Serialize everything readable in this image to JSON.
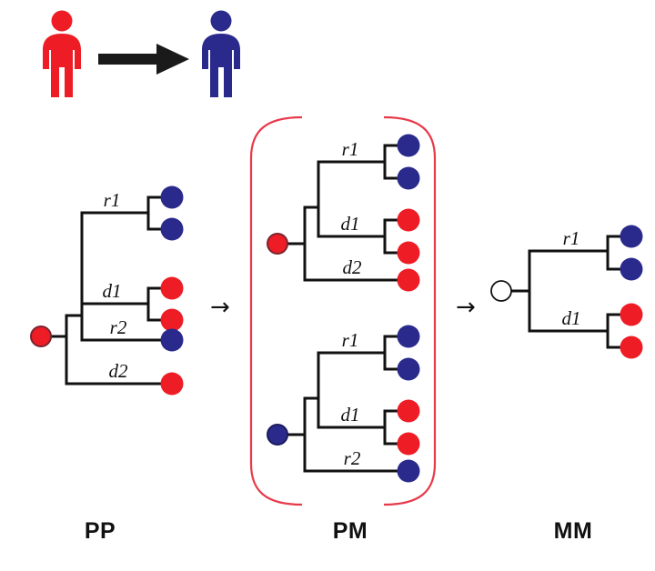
{
  "figure": {
    "transition": {
      "source_icon": "person-icon-red",
      "target_icon": "person-icon-blue",
      "arrow_icon": "thick-right-arrow-icon",
      "source_color": "#ee1c25",
      "target_color": "#2a2a8c"
    },
    "colors": {
      "red": "#ee1c25",
      "blue": "#2a2a8c",
      "red_ring": "#7a2430",
      "blue_ring": "#1b1b5e",
      "white": "#ffffff",
      "line": "#111111",
      "bracket": "#e8394a"
    },
    "step_arrows": [
      "→",
      "→"
    ],
    "panels": [
      {
        "key": "pp",
        "label": "PP",
        "trees": [
          {
            "name": "pp-tree",
            "root": {
              "fill": "red",
              "ring": true
            },
            "branches": [
              {
                "label": "r1",
                "tips": [
                  "blue",
                  "blue"
                ]
              },
              {
                "label": "d1",
                "tips": [
                  "red",
                  "red"
                ]
              },
              {
                "label": "r2",
                "tips": [
                  "blue"
                ]
              },
              {
                "label": "d2",
                "tips": [
                  "red"
                ]
              }
            ]
          }
        ]
      },
      {
        "key": "pm",
        "label": "PM",
        "bracketed": true,
        "trees": [
          {
            "name": "pm-tree-upper",
            "root": {
              "fill": "red",
              "ring": true
            },
            "branches": [
              {
                "label": "r1",
                "tips": [
                  "blue",
                  "blue"
                ]
              },
              {
                "label": "d1",
                "tips": [
                  "red",
                  "red"
                ]
              },
              {
                "label": "d2",
                "tips": [
                  "red"
                ]
              }
            ]
          },
          {
            "name": "pm-tree-lower",
            "root": {
              "fill": "blue",
              "ring": true
            },
            "branches": [
              {
                "label": "r1",
                "tips": [
                  "blue",
                  "blue"
                ]
              },
              {
                "label": "d1",
                "tips": [
                  "red",
                  "red"
                ]
              },
              {
                "label": "r2",
                "tips": [
                  "blue"
                ]
              }
            ]
          }
        ]
      },
      {
        "key": "mm",
        "label": "MM",
        "trees": [
          {
            "name": "mm-tree",
            "root": {
              "fill": "white",
              "ring": false
            },
            "branches": [
              {
                "label": "r1",
                "tips": [
                  "blue",
                  "blue"
                ]
              },
              {
                "label": "d1",
                "tips": [
                  "red",
                  "red"
                ]
              }
            ]
          }
        ]
      }
    ]
  }
}
